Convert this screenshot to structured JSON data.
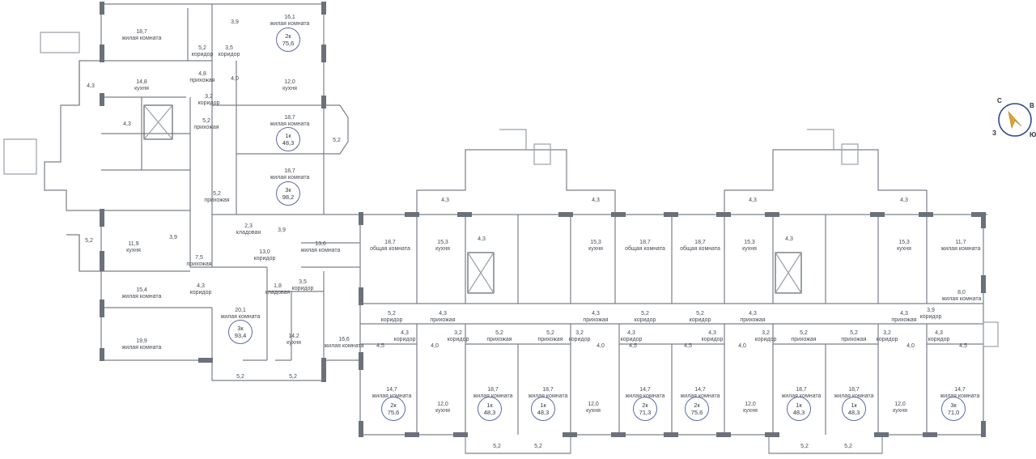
{
  "compass": {
    "letters": {
      "north": "С",
      "east": "В",
      "south": "Ю",
      "west": "З"
    },
    "accent_color": "#d9a23a",
    "ring_color": "#2e4b8a"
  },
  "colors": {
    "wall": "#6b717a",
    "wall_light": "#9aa0a8",
    "badge_ring": "#5b6aa8",
    "text": "#444a52"
  },
  "rooms": [
    {
      "area": "18,7",
      "name": "жилая комната"
    },
    {
      "area": "3,9",
      "name": ""
    },
    {
      "area": "16,1",
      "name": "жилая комната"
    },
    {
      "area": "5,2",
      "name": "коридор"
    },
    {
      "area": "3,5",
      "name": "коридор"
    },
    {
      "area": "4,8",
      "name": "прихожая"
    },
    {
      "area": "4,3",
      "name": ""
    },
    {
      "area": "14,8",
      "name": "кухня"
    },
    {
      "area": "4,0",
      "name": ""
    },
    {
      "area": "12,0",
      "name": "кухня"
    },
    {
      "area": "3,2",
      "name": "коридор"
    },
    {
      "area": "4,3",
      "name": ""
    },
    {
      "area": "5,2",
      "name": "прихожая"
    },
    {
      "area": "18,7",
      "name": "жилая комната"
    },
    {
      "area": "5,2",
      "name": ""
    },
    {
      "area": "18,7",
      "name": "жилая комната"
    },
    {
      "area": "5,2",
      "name": "прихожая"
    },
    {
      "area": "2,3",
      "name": "кладовая"
    },
    {
      "area": "3,9",
      "name": ""
    },
    {
      "area": "13,6",
      "name": "жилая комната"
    },
    {
      "area": "3,9",
      "name": ""
    },
    {
      "area": "5,2",
      "name": ""
    },
    {
      "area": "11,9",
      "name": "кухня"
    },
    {
      "area": "13,0",
      "name": "коридор"
    },
    {
      "area": "7,5",
      "name": "прихожая"
    },
    {
      "area": "15,4",
      "name": "жилая комната"
    },
    {
      "area": "4,3",
      "name": "коридор"
    },
    {
      "area": "1,8",
      "name": "кладовая"
    },
    {
      "area": "3,5",
      "name": "коридор"
    },
    {
      "area": "20,1",
      "name": "жилая комната"
    },
    {
      "area": "19,9",
      "name": "жилая комната"
    },
    {
      "area": "14,2",
      "name": "кухня"
    },
    {
      "area": "16,6",
      "name": "жилая комната"
    },
    {
      "area": "5,2",
      "name": ""
    },
    {
      "area": "5,2",
      "name": ""
    },
    {
      "area": "4,3",
      "name": ""
    },
    {
      "area": "4,3",
      "name": ""
    },
    {
      "area": "4,3",
      "name": ""
    },
    {
      "area": "4,3",
      "name": ""
    },
    {
      "area": "18,7",
      "name": "общая комната"
    },
    {
      "area": "15,3",
      "name": "кухня"
    },
    {
      "area": "4,3",
      "name": ""
    },
    {
      "area": "15,3",
      "name": "кухня"
    },
    {
      "area": "18,7",
      "name": "общая комната"
    },
    {
      "area": "18,7",
      "name": "общая комната"
    },
    {
      "area": "15,3",
      "name": "кухня"
    },
    {
      "area": "4,3",
      "name": ""
    },
    {
      "area": "15,3",
      "name": "кухня"
    },
    {
      "area": "11,7",
      "name": "жилая комната"
    },
    {
      "area": "8,0",
      "name": "жилая комната"
    },
    {
      "area": "5,2",
      "name": "коридор"
    },
    {
      "area": "4,3",
      "name": "прихожая"
    },
    {
      "area": "4,3",
      "name": "прихожая"
    },
    {
      "area": "5,2",
      "name": "коридор"
    },
    {
      "area": "5,2",
      "name": "коридор"
    },
    {
      "area": "4,3",
      "name": "прихожая"
    },
    {
      "area": "4,3",
      "name": "прихожая"
    },
    {
      "area": "3,9",
      "name": "коридор"
    },
    {
      "area": "4,3",
      "name": "коридор"
    },
    {
      "area": "3,2",
      "name": "коридор"
    },
    {
      "area": "5,2",
      "name": "прихожая"
    },
    {
      "area": "5,2",
      "name": "прихожая"
    },
    {
      "area": "3,2",
      "name": "коридор"
    },
    {
      "area": "4,3",
      "name": "коридор"
    },
    {
      "area": "4,3",
      "name": "коридор"
    },
    {
      "area": "3,2",
      "name": "коридор"
    },
    {
      "area": "5,2",
      "name": "прихожая"
    },
    {
      "area": "5,2",
      "name": "прихожая"
    },
    {
      "area": "3,2",
      "name": "коридор"
    },
    {
      "area": "4,3",
      "name": "коридор"
    },
    {
      "area": "4,5",
      "name": ""
    },
    {
      "area": "4,0",
      "name": ""
    },
    {
      "area": "4,0",
      "name": ""
    },
    {
      "area": "4,5",
      "name": ""
    },
    {
      "area": "4,5",
      "name": ""
    },
    {
      "area": "4,0",
      "name": ""
    },
    {
      "area": "4,0",
      "name": ""
    },
    {
      "area": "4,5",
      "name": ""
    },
    {
      "area": "14,7",
      "name": "жилая комната"
    },
    {
      "area": "12,0",
      "name": "кухня"
    },
    {
      "area": "18,7",
      "name": "жилая комната"
    },
    {
      "area": "18,7",
      "name": "жилая комната"
    },
    {
      "area": "12,0",
      "name": "кухня"
    },
    {
      "area": "14,7",
      "name": "жилая комната"
    },
    {
      "area": "14,7",
      "name": "жилая комната"
    },
    {
      "area": "12,0",
      "name": "кухня"
    },
    {
      "area": "18,7",
      "name": "жилая комната"
    },
    {
      "area": "18,7",
      "name": "жилая комната"
    },
    {
      "area": "12,0",
      "name": "кухня"
    },
    {
      "area": "14,7",
      "name": "жилая комната"
    },
    {
      "area": "5,2",
      "name": ""
    },
    {
      "area": "5,2",
      "name": ""
    },
    {
      "area": "5,2",
      "name": ""
    },
    {
      "area": "5,2",
      "name": ""
    }
  ],
  "apartments": [
    {
      "type": "2к",
      "area": "75,6"
    },
    {
      "type": "1к",
      "area": "48,3"
    },
    {
      "type": "3к",
      "area": "98,2"
    },
    {
      "type": "3к",
      "area": "93,4"
    },
    {
      "type": "2к",
      "area": "75,6"
    },
    {
      "type": "1к",
      "area": "48,3"
    },
    {
      "type": "1к",
      "area": "48,3"
    },
    {
      "type": "2к",
      "area": "71,3"
    },
    {
      "type": "2к",
      "area": "75,6"
    },
    {
      "type": "1к",
      "area": "48,3"
    },
    {
      "type": "1к",
      "area": "48,3"
    },
    {
      "type": "3к",
      "area": "71,0"
    }
  ]
}
